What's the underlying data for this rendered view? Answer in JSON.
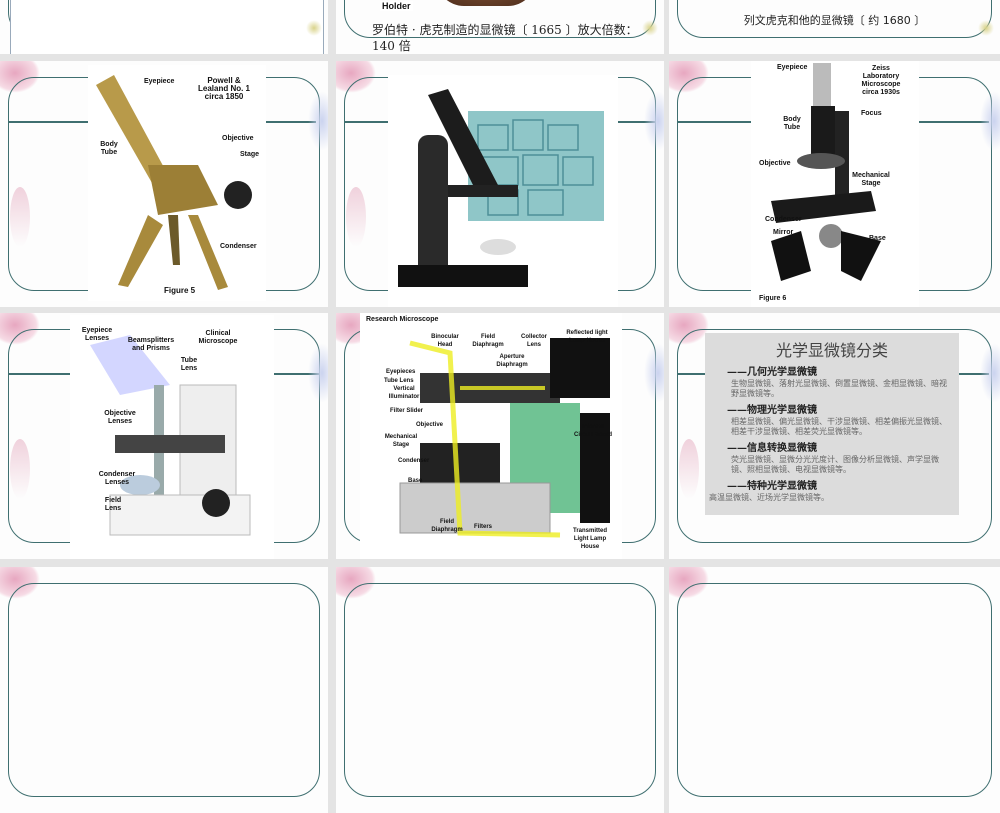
{
  "slides": [
    {
      "id": 1
    },
    {
      "id": 2,
      "label_holder": "Holder",
      "caption": "罗伯特 · 虎克制造的显微镜〔 1665 〕放大倍数：140 倍"
    },
    {
      "id": 3,
      "caption": "列文虎克和他的显微镜〔 约 1680 〕"
    },
    {
      "id": 4,
      "labels": {
        "eyepiece": "Eyepiece",
        "title": "Powell & Lealand No. 1 circa 1850",
        "body_tube": "Body Tube",
        "objective": "Objective",
        "stage": "Stage",
        "condenser": "Condenser",
        "figure": "Figure 5"
      }
    },
    {
      "id": 5
    },
    {
      "id": 6,
      "labels": {
        "eyepiece": "Eyepiece",
        "title": "Zeiss Laboratory Microscope circa 1930s",
        "body_tube": "Body Tube",
        "focus": "Focus",
        "objective": "Objective",
        "mech_stage": "Mechanical Stage",
        "condenser": "Condenser",
        "mirror": "Mirror",
        "base": "Base",
        "figure": "Figure 6"
      }
    },
    {
      "id": 7,
      "labels": {
        "eyepiece": "Eyepiece Lenses",
        "beam": "Beamsplitters and Prisms",
        "title": "Clinical Microscope",
        "tube": "Tube Lens",
        "objective": "Objective Lenses",
        "condenser": "Condenser Lenses",
        "field": "Field Lens"
      }
    },
    {
      "id": 8,
      "labels": {
        "title": "Research Microscope",
        "binocular": "Binocular Head",
        "field_d": "Field Diaphragm",
        "collector": "Collector Lens",
        "reflected": "Reflected light Lamp House",
        "aperture": "Aperture Diaphragm",
        "eyepieces": "Eyepieces",
        "tube": "Tube Lens",
        "vertical": "Vertical Illuminator",
        "filter_slider": "Filter Slider",
        "objective": "Objective",
        "mech_stage": "Mechanical Stage",
        "condenser": "Condenser",
        "base": "Base",
        "circuit": "Internal Circuit Board",
        "field_d2": "Field Diaphragm",
        "filters": "Filters",
        "transmitted": "Transmitted Light Lamp House"
      }
    },
    {
      "id": 9,
      "title": "光学显微镜分类",
      "sections": [
        {
          "heading": "——几何光学显微镜",
          "text": "生物显微镜、落射光显微镜、倒置显微镜、金相显微镜、暗视野显微镜等。"
        },
        {
          "heading": "——物理光学显微镜",
          "text": "相差显微镜、偏光显微镜、干涉显微镜、相差偏振光显微镜、相差干涉显微镜、相差荧光显微镜等。"
        },
        {
          "heading": "——信息转换显微镜",
          "text": "荧光显微镜、显微分光光度计、图像分析显微镜、声学显微镜、照相显微镜、电视显微镜等。"
        },
        {
          "heading": "——特种光学显微镜",
          "text": "高温显微镜、近场光学显微镜等。"
        }
      ]
    }
  ],
  "colors": {
    "frame": "#3f6f70",
    "background": "#e4e4e4"
  }
}
